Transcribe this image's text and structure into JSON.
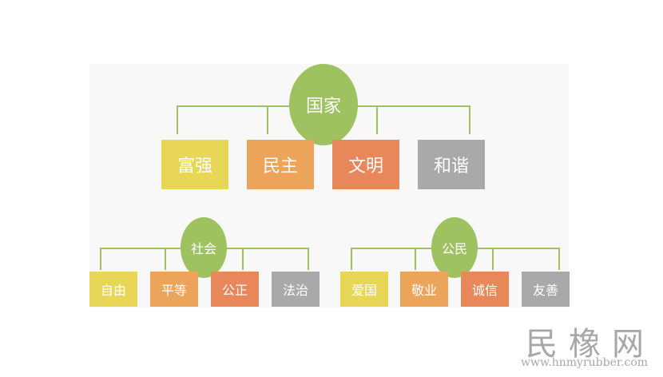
{
  "top": {
    "root": "国家",
    "values": [
      "富强",
      "民主",
      "文明",
      "和谐"
    ]
  },
  "left": {
    "root": "社会",
    "values": [
      "自由",
      "平等",
      "公正",
      "法治"
    ]
  },
  "right": {
    "root": "公民",
    "values": [
      "爱国",
      "敬业",
      "诚信",
      "友善"
    ]
  },
  "watermark": {
    "name": "民橡网",
    "url": "www.hnmyrubber.com"
  },
  "colors": {
    "node": "#9dc25f",
    "line": "#9dc25f",
    "yellow": "#e8d757",
    "orange": "#eca35a",
    "red": "#e8875a",
    "gray": "#a9a9a9",
    "background": "#f8f8f8"
  }
}
